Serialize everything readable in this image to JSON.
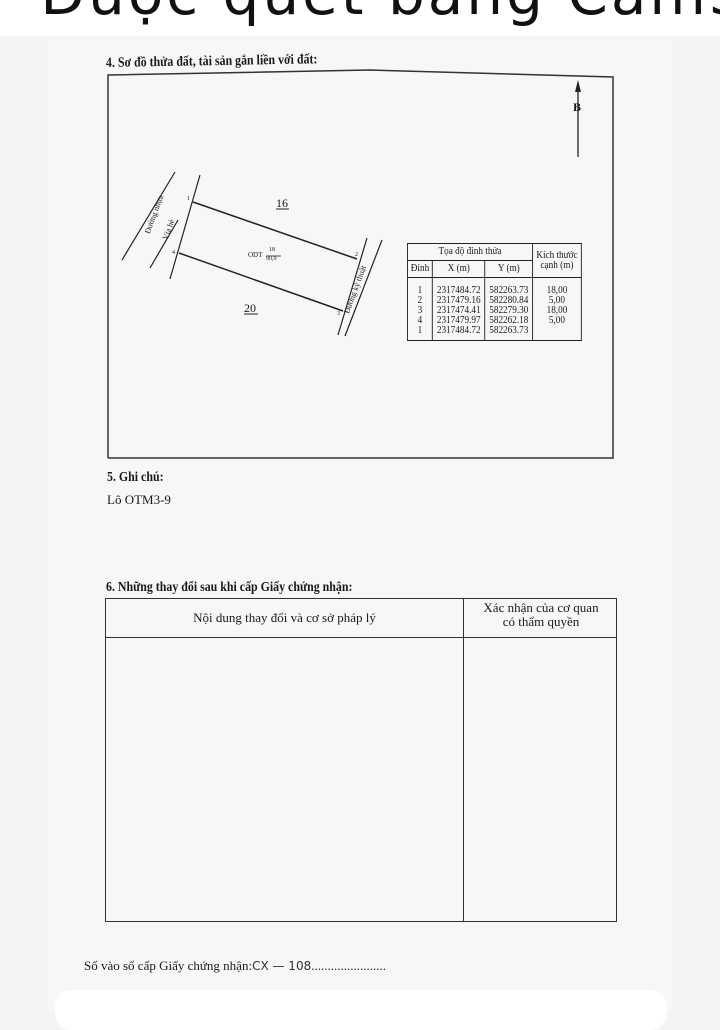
{
  "watermark_banner": "Được quét bằng CamScanner",
  "section4": {
    "title": "4. Sơ đồ thửa đất, tài sản gắn liền với đất:",
    "north_label": "B",
    "labels": {
      "road_left": "Đường nhựa",
      "sidewalk": "Vỉa hè",
      "road_right": "Đường kỹ thuật",
      "neighbor_top": "16",
      "neighbor_bottom": "20",
      "land_type": "ODT",
      "parcel_number": "18",
      "area": "90,0",
      "vertex_1": "1",
      "vertex_2": "2",
      "vertex_3": "3",
      "vertex_4": "4"
    },
    "coord_table": {
      "header_group": "Tọa độ đỉnh thửa",
      "header_size": "Kích thước cạnh (m)",
      "col_vertex": "Đỉnh",
      "col_x": "X (m)",
      "col_y": "Y (m)",
      "vertices": "1\n2\n3\n4\n1",
      "x_values": "2317484.72\n2317479.16\n2317474.41\n2317479.97\n2317484.72",
      "y_values": "582263.73\n582280.84\n582279.30\n582262.18\n582263.73",
      "edge_lengths": "18,00\n5,00\n18,00\n5,00"
    }
  },
  "section5": {
    "title": "5. Ghi chú:",
    "note": "Lô OTM3-9"
  },
  "section6": {
    "title": "6. Những thay đổi sau khi cấp Giấy chứng nhận:",
    "col_content": "Nội dung thay đổi và cơ sở pháp lý",
    "col_confirm": "Xác nhận của cơ quan có thẩm quyền"
  },
  "footer": {
    "label": "Số vào sổ cấp Giấy chứng nhận:",
    "handwritten_value": "CX — 108",
    "dots": "......................."
  }
}
